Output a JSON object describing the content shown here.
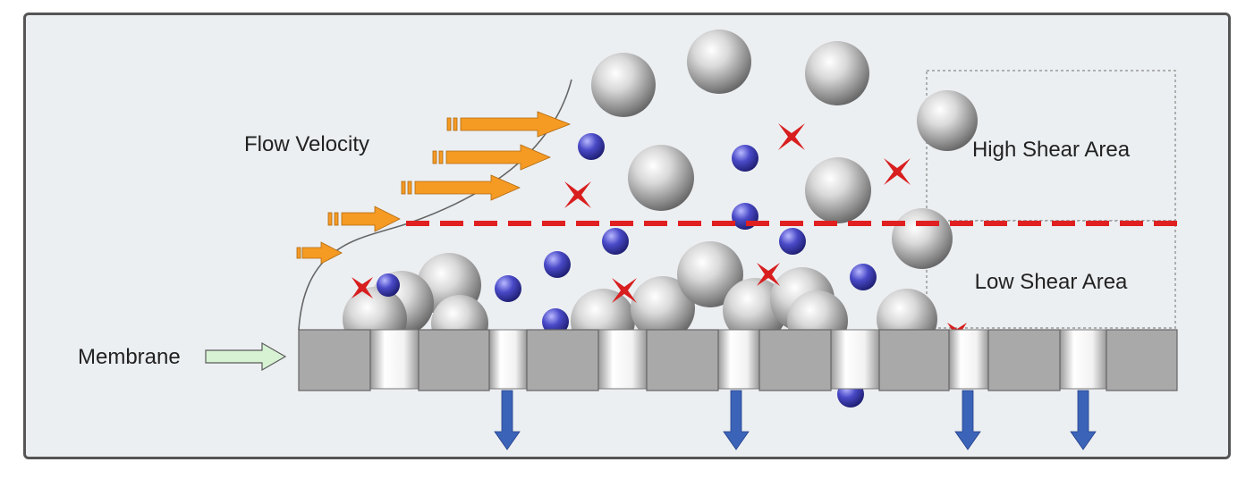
{
  "labels": {
    "flow_velocity": "Flow Velocity",
    "membrane": "Membrane",
    "high_shear": "High Shear Area",
    "low_shear": "Low Shear Area"
  },
  "colors": {
    "frame_border": "#555555",
    "background": "#eceff2",
    "flow_arrow": "#f59a23",
    "membrane_block": "#a9a9a9",
    "pore": "#dcdcdc",
    "shear_divider": "#e02020",
    "small_particle": "#3a3ab0",
    "x_marker": "#d81e1e",
    "permeate_arrow": "#3b64b8",
    "membrane_pointer": "#d6f2d3"
  },
  "icons": {
    "large_particle": "grey-sphere-icon",
    "small_particle": "blue-sphere-icon",
    "marker": "red-cross-icon",
    "flow": "orange-arrow-icon",
    "permeate": "down-arrow-icon"
  }
}
